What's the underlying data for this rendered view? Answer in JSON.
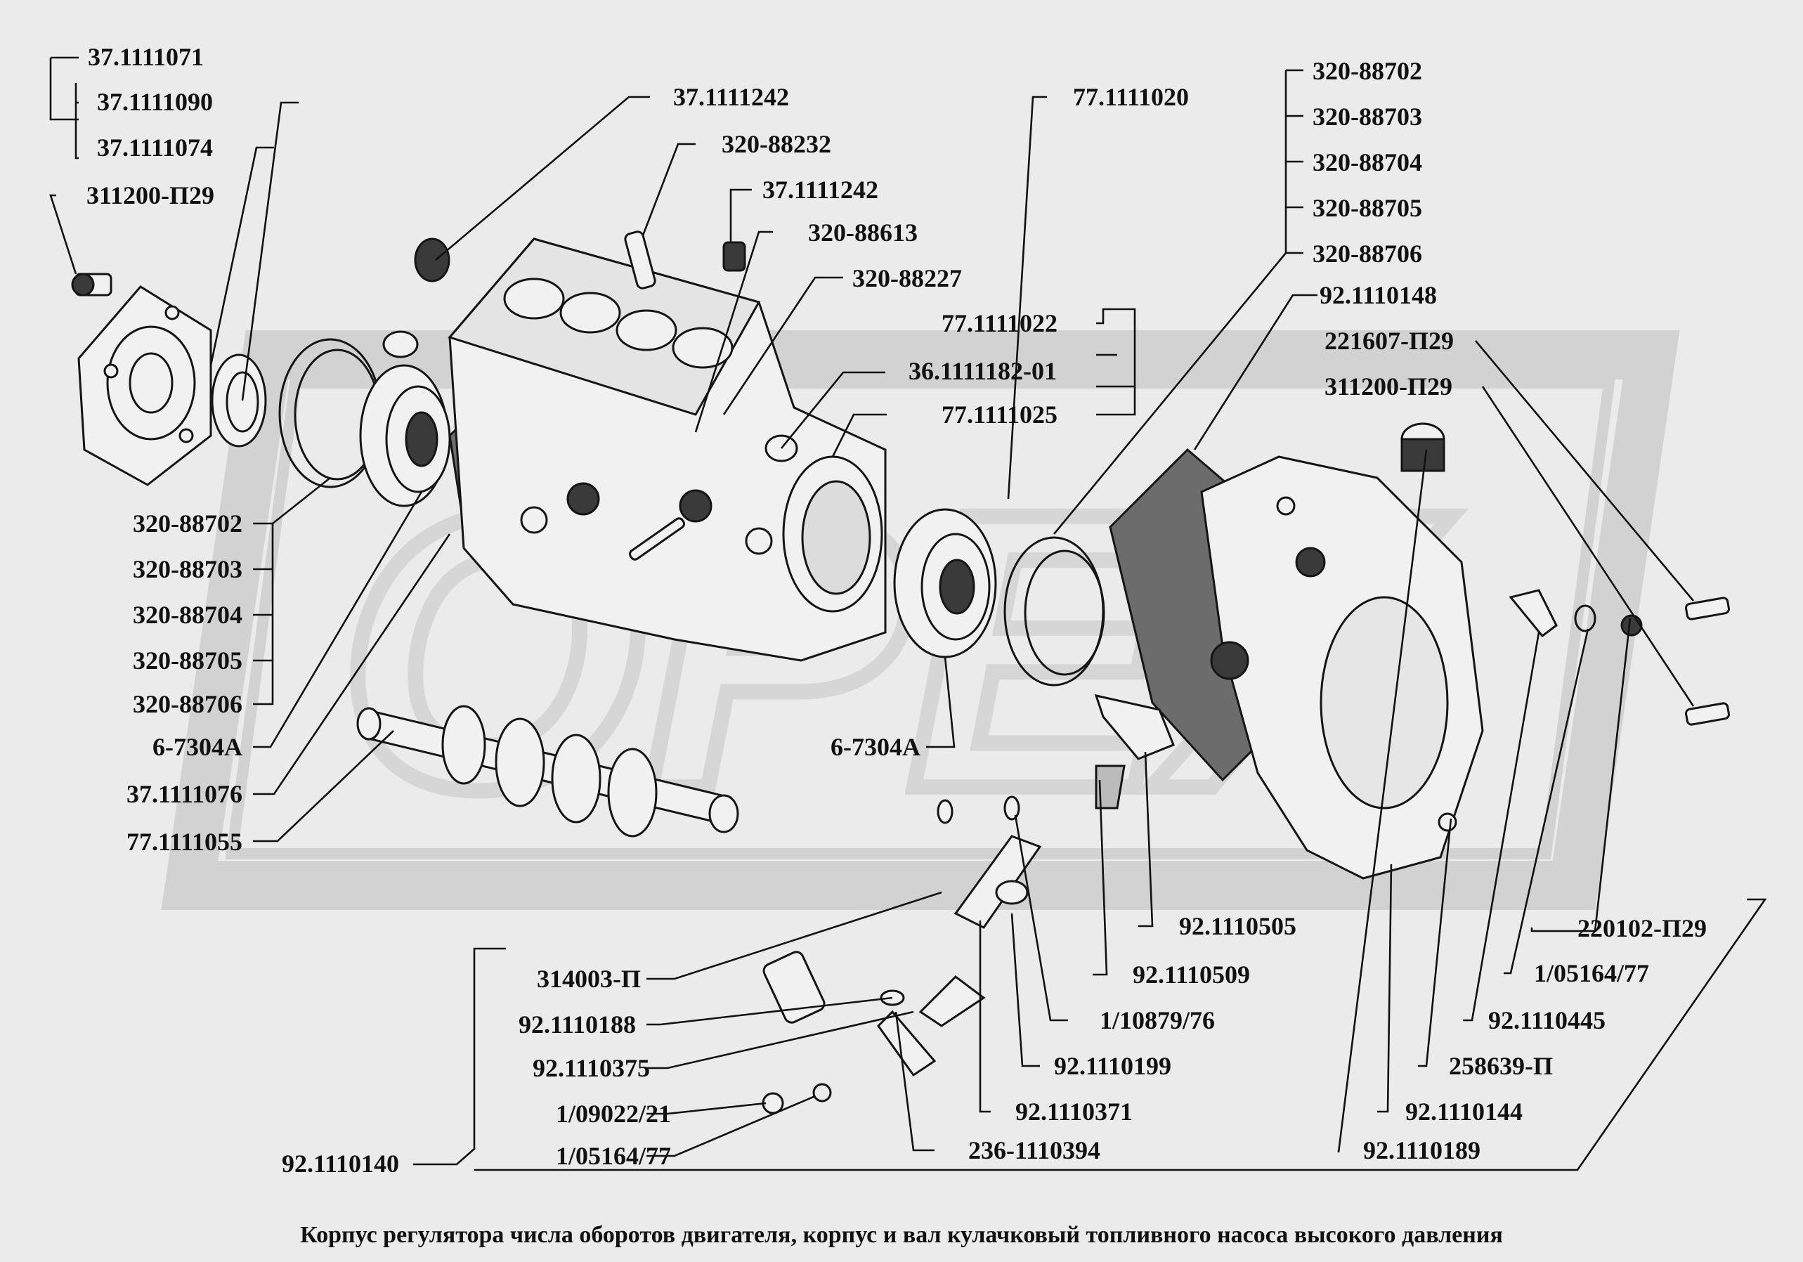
{
  "caption": "Корпус регулятора числа оборотов двигателя, корпус и вал кулачковый топливного насоса высокого давления",
  "watermark": "OPEX",
  "colors": {
    "background": "#ebebeb",
    "ink": "#111111",
    "watermark": "#d2d2d2"
  },
  "labels": {
    "l_37_1111071": "37.1111071",
    "l_37_1111090": "37.1111090",
    "l_37_1111074": "37.1111074",
    "l_311200_p29_left": "311200-П29",
    "l_37_1111242_a": "37.1111242",
    "l_320_88232": "320-88232",
    "l_37_1111242_b": "37.1111242",
    "l_320_88613": "320-88613",
    "l_320_88227": "320-88227",
    "l_77_1111020": "77.1111020",
    "l_77_1111022": "77.1111022",
    "l_36_1111182_01": "36.1111182-01",
    "l_77_1111025": "77.1111025",
    "l_320_88702_r": "320-88702",
    "l_320_88703_r": "320-88703",
    "l_320_88704_r": "320-88704",
    "l_320_88705_r": "320-88705",
    "l_320_88706_r": "320-88706",
    "l_92_1110148": "92.1110148",
    "l_221607_p29": "221607-П29",
    "l_311200_p29_right": "311200-П29",
    "l_320_88702_l": "320-88702",
    "l_320_88703_l": "320-88703",
    "l_320_88704_l": "320-88704",
    "l_320_88705_l": "320-88705",
    "l_320_88706_l": "320-88706",
    "l_6_7304a_l": "6-7304А",
    "l_37_1111076": "37.1111076",
    "l_77_1111055": "77.1111055",
    "l_6_7304a_c": "6-7304А",
    "l_92_1110505": "92.1110505",
    "l_92_1110509": "92.1110509",
    "l_1_10879_76": "1/10879/76",
    "l_92_1110199": "92.1110199",
    "l_92_1110371": "92.1110371",
    "l_236_1110394": "236-1110394",
    "l_314003_p": "314003-П",
    "l_92_1110188": "92.1110188",
    "l_92_1110375": "92.1110375",
    "l_1_09022_21": "1/09022/21",
    "l_1_05164_77_b": "1/05164/77",
    "l_92_1110140": "92.1110140",
    "l_220102_p29": "220102-П29",
    "l_1_05164_77_r": "1/05164/77",
    "l_92_1110445": "92.1110445",
    "l_258639_p": "258639-П",
    "l_92_1110144": "92.1110144",
    "l_92_1110189": "92.1110189"
  }
}
